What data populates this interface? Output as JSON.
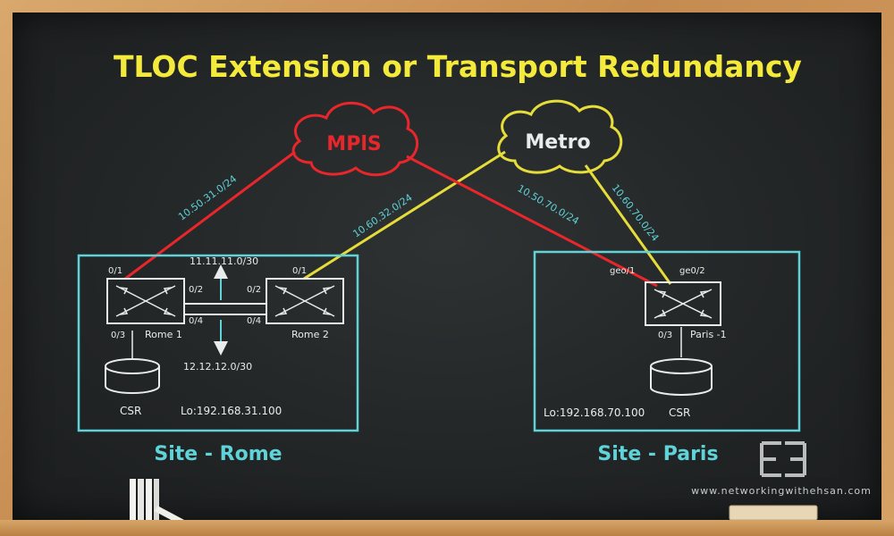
{
  "title": "TLOC Extension or Transport Redundancy",
  "clouds": {
    "mpls": "MPlS",
    "metro": "Metro"
  },
  "links": {
    "rome_mpls": "10.50.31.0/24",
    "rome_metro": "10.60.32.0/24",
    "paris_mpls": "10.50.70.0/24",
    "paris_metro": "10.60.70.0/24",
    "upper_tloc": "11.11.11.0/30",
    "lower_tloc": "12.12.12.0/30"
  },
  "rome": {
    "site_label": "Site - Rome",
    "router1": {
      "name": "Rome 1",
      "if_top": "0/1",
      "if_right_top": "0/2",
      "if_right_bottom": "0/4",
      "if_bottom": "0/3"
    },
    "router2": {
      "name": "Rome 2",
      "if_top": "0/1",
      "if_left_top": "0/2",
      "if_left_bottom": "0/4"
    },
    "csr_label": "CSR",
    "loopback": "Lo:192.168.31.100"
  },
  "paris": {
    "site_label": "Site - Paris",
    "router": {
      "name": "Paris -1",
      "if_left": "geo/1",
      "if_right": "ge0/2",
      "if_bottom": "0/3"
    },
    "csr_label": "CSR",
    "loopback": "Lo:192.168.70.100"
  },
  "branding": {
    "website": "www.networkingwithehsan.com"
  },
  "colors": {
    "title": "#f4ea3c",
    "mpls": "#e8262b",
    "metro": "#e6dd3a",
    "cyan": "#5fd3d8",
    "chalk": "#e9ecec"
  }
}
